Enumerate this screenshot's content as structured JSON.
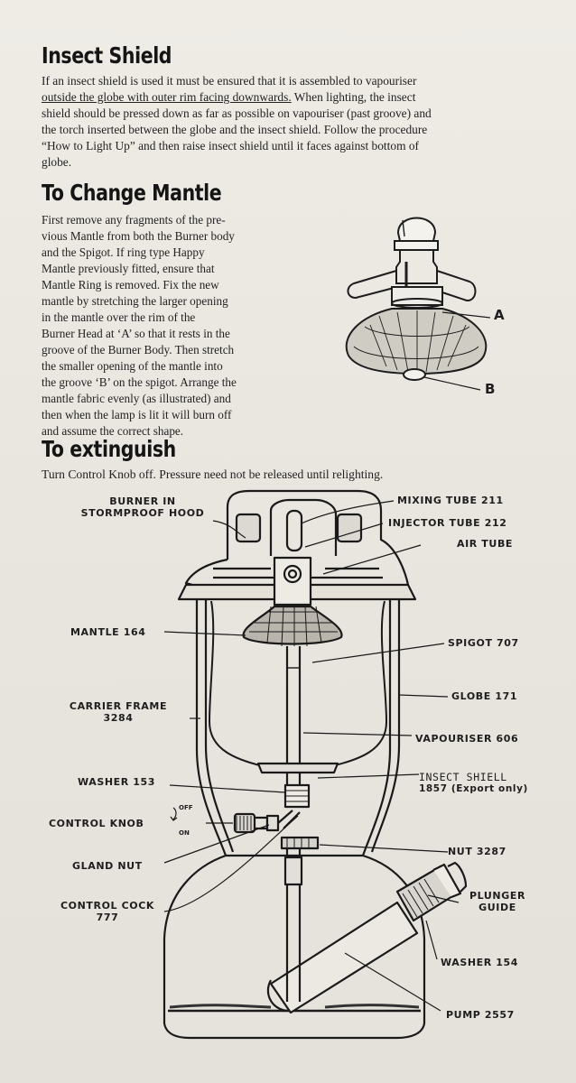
{
  "insect_shield": {
    "heading": "Insect Shield",
    "lines": [
      "If an insect shield is used it must be ensured that it is assembled to vapouriser",
      "outside the globe with outer rim facing downwards.",
      " When lighting, the insect",
      "shield should be pressed down as far as possible on vapouriser (past groove) and",
      "the torch inserted between the globe and the insect shield. Follow the procedure",
      "“How to Light Up” and then raise insect shield until it faces against bottom of",
      "globe."
    ]
  },
  "change_mantle": {
    "heading": "To Change Mantle",
    "lines": [
      "First remove any fragments of the pre-",
      "vious Mantle from both the Burner body",
      "and the Spigot. If ring type Happy",
      "Mantle previously fitted, ensure that",
      "Mantle Ring is removed. Fix the new",
      "mantle by stretching the larger opening",
      "in the mantle over the rim of the",
      "Burner Head at ‘A’ so that it rests in the",
      "groove of the Burner Body. Then stretch",
      "the smaller opening of the mantle into",
      "the groove ‘B’ on the spigot. Arrange the",
      "mantle fabric evenly (as illustrated) and",
      "then when the lamp is lit it will burn off",
      "and assume the correct shape."
    ],
    "figure_labels": {
      "a": "A",
      "b": "B"
    }
  },
  "extinguish": {
    "heading": "To extinguish",
    "text": "Turn Control Knob off. Pressure need not be released until relighting."
  },
  "diagram_labels": {
    "burner_line1": "BURNER IN",
    "burner_line2": "STORMPROOF HOOD",
    "mixing_tube": "MIXING TUBE 211",
    "injector_tube": "INJECTOR TUBE 212",
    "air_tube": "AIR TUBE",
    "mantle": "MANTLE 164",
    "spigot": "SPIGOT 707",
    "carrier_line1": "CARRIER FRAME",
    "carrier_line2": "3284",
    "globe": "GLOBE 171",
    "vapouriser": "VAPOURISER 606",
    "washer153": "WASHER 153",
    "insect_line1": "INSECT SHIELL",
    "insect_line2": "1857 (Export only)",
    "control_knob": "CONTROL KNOB",
    "off": "OFF",
    "on": "ON",
    "gland_nut": "GLAND NUT",
    "nut": "NUT 3287",
    "control_cock_line1": "CONTROL COCK",
    "control_cock_line2": "777",
    "plunger_line1": "PLUNGER",
    "plunger_line2": "GUIDE",
    "washer154": "WASHER 154",
    "pump": "PUMP 2557"
  }
}
